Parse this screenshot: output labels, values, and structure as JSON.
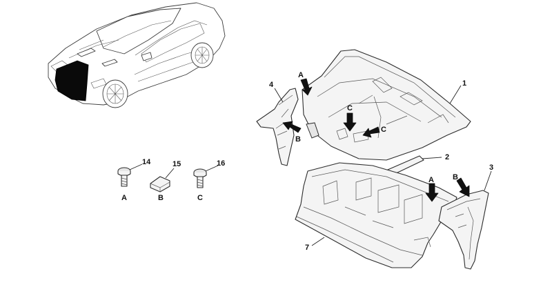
{
  "callouts": {
    "c1": "1",
    "c2": "2",
    "c3": "3",
    "c4": "4",
    "c7": "7",
    "c14": "14",
    "c15": "15",
    "c16": "16"
  },
  "arrow_letters": {
    "top_a": "A",
    "left_b": "B",
    "center_c1": "C",
    "center_c2": "C",
    "lower_a": "A",
    "lower_b": "B"
  },
  "fastener_letters": {
    "a": "A",
    "b": "B",
    "c": "C"
  },
  "colors": {
    "ink": "#2b2b2b",
    "panel": "#f4f4f4",
    "highlight": "#0a0a0a"
  }
}
